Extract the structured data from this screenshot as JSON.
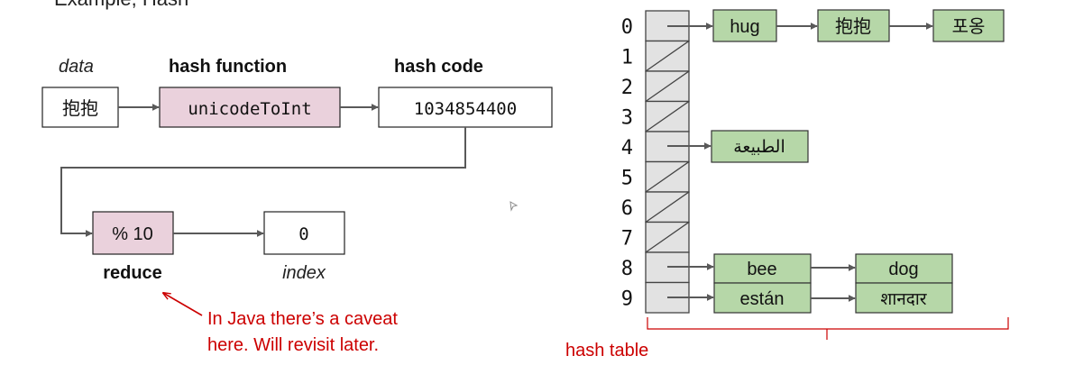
{
  "top_cropped_text": "Example, Hash",
  "pipeline": {
    "data_label": "data",
    "hash_function_label": "hash function",
    "hash_code_label": "hash code",
    "data_value": "抱抱",
    "hash_function_name": "unicodeToInt",
    "hash_code_value": "1034854400",
    "reduce_op": "% 10",
    "reduce_label": "reduce",
    "index_value": "0",
    "index_label": "index",
    "caveat_line1": "In Java there’s a caveat",
    "caveat_line2": "here. Will revisit later."
  },
  "hash_table": {
    "label": "hash table",
    "indices": [
      "0",
      "1",
      "2",
      "3",
      "4",
      "5",
      "6",
      "7",
      "8",
      "9"
    ],
    "bucket_0": [
      "hug",
      "抱抱",
      "포옹"
    ],
    "bucket_4": [
      "الطبيعة"
    ],
    "bucket_8": [
      "bee",
      "dog"
    ],
    "bucket_9": [
      "están",
      "शानदार"
    ],
    "empty_buckets": [
      1,
      2,
      3,
      5,
      6,
      7
    ]
  },
  "colors": {
    "pink_fill": "#ead1dc",
    "green_fill": "#b6d7a8",
    "gray_fill": "#e2e2e2",
    "caveat_red": "#cc0000",
    "line_gray": "#595959"
  }
}
